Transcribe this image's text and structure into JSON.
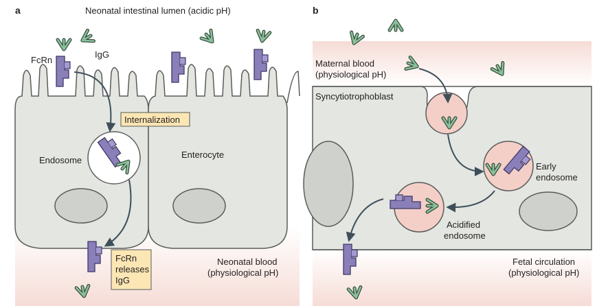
{
  "panel_a": {
    "letter": "a",
    "lumen": "Neonatal intestinal lumen (acidic pH)",
    "fcrn": "FcRn",
    "igg": "IgG",
    "internalization": "Internalization",
    "endosome": "Endosome",
    "enterocyte": "Enterocyte",
    "release_1": "FcRn",
    "release_2": "releases",
    "release_3": "IgG",
    "blood_1": "Neonatal blood",
    "blood_2": "(physiological pH)"
  },
  "panel_b": {
    "letter": "b",
    "maternal_1": "Maternal blood",
    "maternal_2": "(physiological pH)",
    "syncytio": "Syncytiotrophoblast",
    "early_1": "Early",
    "early_2": "endosome",
    "acid_1": "Acidified",
    "acid_2": "endosome",
    "fetal_1": "Fetal circulation",
    "fetal_2": "(physiological pH)"
  },
  "colors": {
    "cell_fill": "#e3e6e1",
    "cell_stroke": "#5a5c59",
    "nucleus_fill": "#cfd1cc",
    "blood_pink": "#f6dcd6",
    "endosome_pink": "#f4cfc8",
    "fcrn_purple": "#8a7fb8",
    "igg_green": "#8cc09c",
    "arrow": "#3e4f5a",
    "label_box": "#fbe6b4"
  }
}
